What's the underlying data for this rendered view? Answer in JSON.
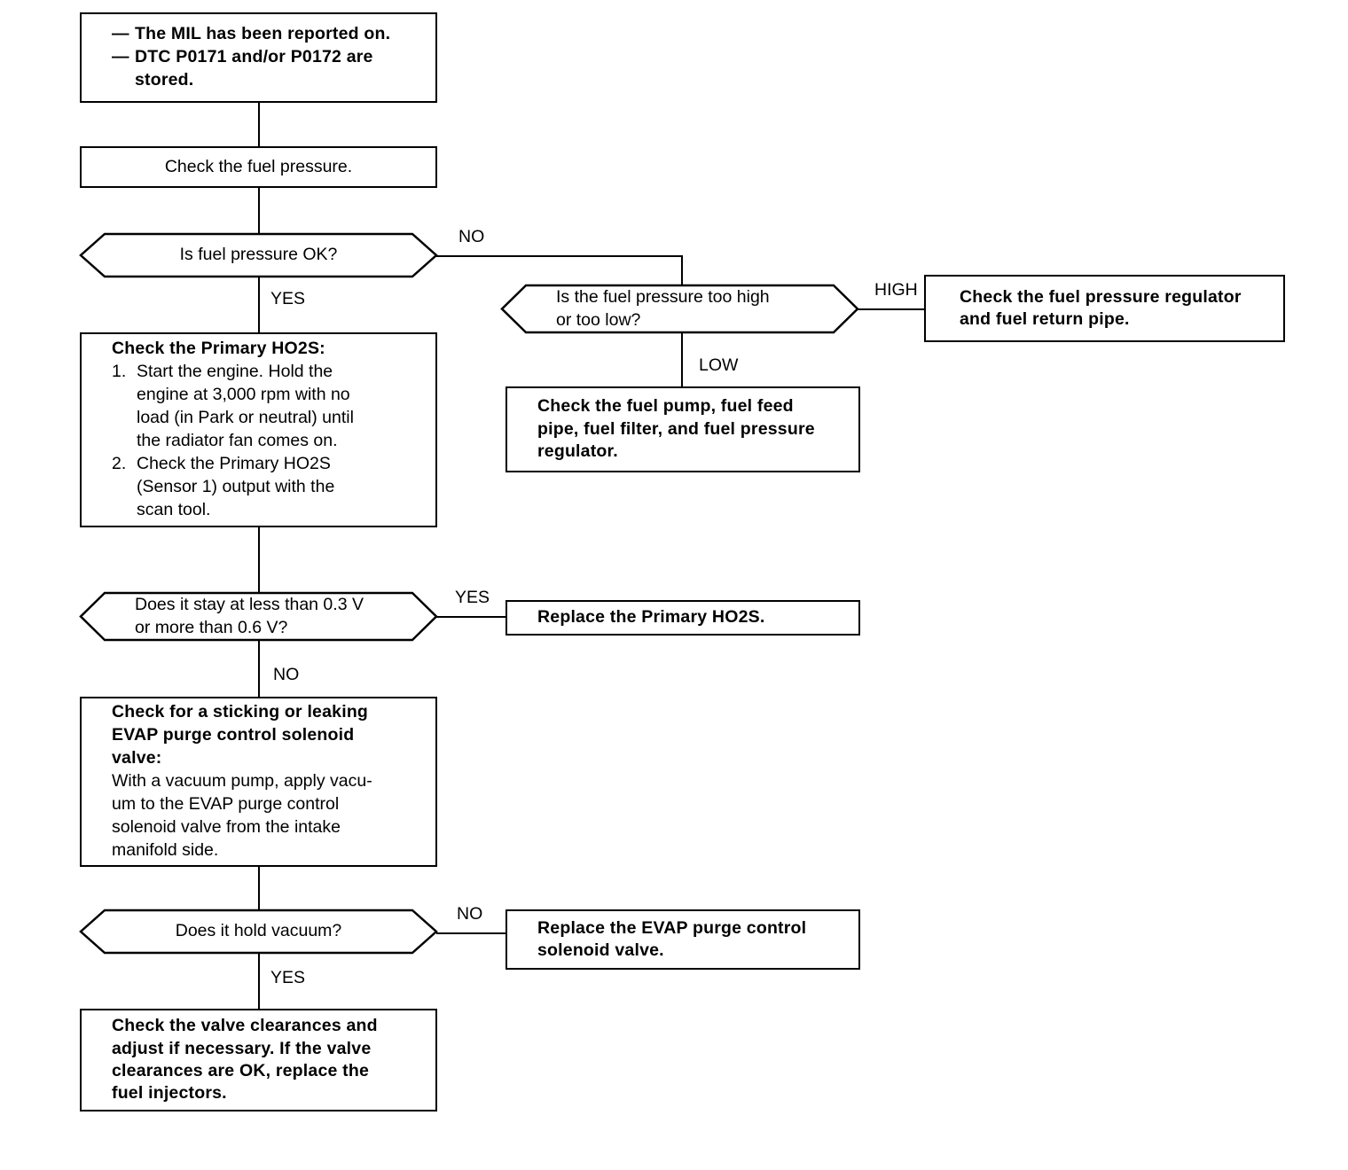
{
  "diagram": {
    "title": "Fuel system / HO2S troubleshooting flowchart",
    "type": "flowchart",
    "stroke_color": "#000000",
    "background_color": "#ffffff"
  },
  "nodes": {
    "start": {
      "shape": "box",
      "items": [
        "The MIL has been reported on.",
        "DTC P0171 and/or P0172 are\nstored."
      ]
    },
    "check_fuel_pressure": {
      "shape": "box",
      "text": "Check the fuel pressure."
    },
    "q_fuel_pressure_ok": {
      "shape": "hexagon",
      "text": "Is fuel pressure OK?"
    },
    "q_too_high_or_low": {
      "shape": "hexagon",
      "text": "Is the fuel pressure too high\nor too low?"
    },
    "check_regulator_return_pipe": {
      "shape": "box",
      "text": "Check the fuel pressure regulator\nand fuel return pipe."
    },
    "check_pump_feed_filter": {
      "shape": "box",
      "text": "Check the fuel pump, fuel feed\npipe, fuel filter, and fuel pressure\nregulator."
    },
    "check_primary_ho2s": {
      "shape": "box",
      "heading": "Check the Primary HO2S:",
      "steps": [
        {
          "number": "1.",
          "text": "Start the engine. Hold the\nengine at 3,000 rpm with no\nload (in Park or neutral) until\nthe radiator fan comes on."
        },
        {
          "number": "2.",
          "text": "Check the Primary HO2S\n(Sensor 1) output with the\nscan tool."
        }
      ]
    },
    "q_voltage_range": {
      "shape": "hexagon",
      "text": "Does it stay at less than 0.3 V\nor more than 0.6 V?"
    },
    "replace_primary_ho2s": {
      "shape": "box",
      "text": "Replace the Primary HO2S."
    },
    "check_evap_purge_valve": {
      "shape": "box",
      "heading": "Check for a sticking or leaking\nEVAP purge control solenoid\nvalve:",
      "body": "With a vacuum pump, apply vacu-\num to the EVAP purge control\nsolenoid valve from the intake\nmanifold side."
    },
    "q_holds_vacuum": {
      "shape": "hexagon",
      "text": "Does it hold vacuum?"
    },
    "replace_evap_purge_valve": {
      "shape": "box",
      "text": "Replace the EVAP purge control\nsolenoid valve."
    },
    "check_valve_clearances": {
      "shape": "box",
      "text": "Check the valve clearances and\nadjust if necessary. If the valve\nclearances are OK, replace the\nfuel injectors."
    }
  },
  "branch_labels": {
    "fuel_pressure_no": "NO",
    "fuel_pressure_yes": "YES",
    "pressure_high": "HIGH",
    "pressure_low": "LOW",
    "voltage_yes": "YES",
    "voltage_no": "NO",
    "vacuum_no": "NO",
    "vacuum_yes": "YES"
  }
}
